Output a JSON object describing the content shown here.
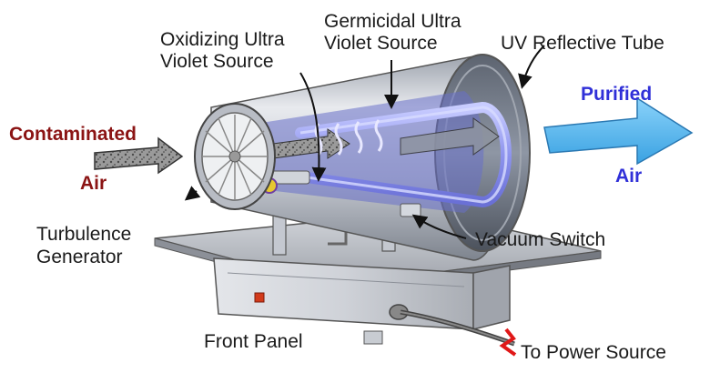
{
  "diagram": {
    "labels": {
      "oxidizing": [
        "Oxidizing Ultra",
        "Violet Source"
      ],
      "germicidal": [
        "Germicidal Ultra",
        "Violet Source"
      ],
      "reflective_tube": "UV Reflective Tube",
      "contaminated": "Contaminated",
      "air_in": "Air",
      "purified": "Purified",
      "air_out": "Air",
      "turbulence": [
        "Turbulence",
        "Generator"
      ],
      "vacuum_switch": "Vacuum Switch",
      "front_panel": "Front Panel",
      "power_source": "To Power Source"
    },
    "colors": {
      "contaminated_text": "#8b1414",
      "purified_text": "#3030d8",
      "purified_arrow": "#5ab8ee",
      "uv_lamp": "#9aa0f0",
      "tube_metal": "#c8ccd4",
      "cord_tip": "#e01818"
    }
  }
}
